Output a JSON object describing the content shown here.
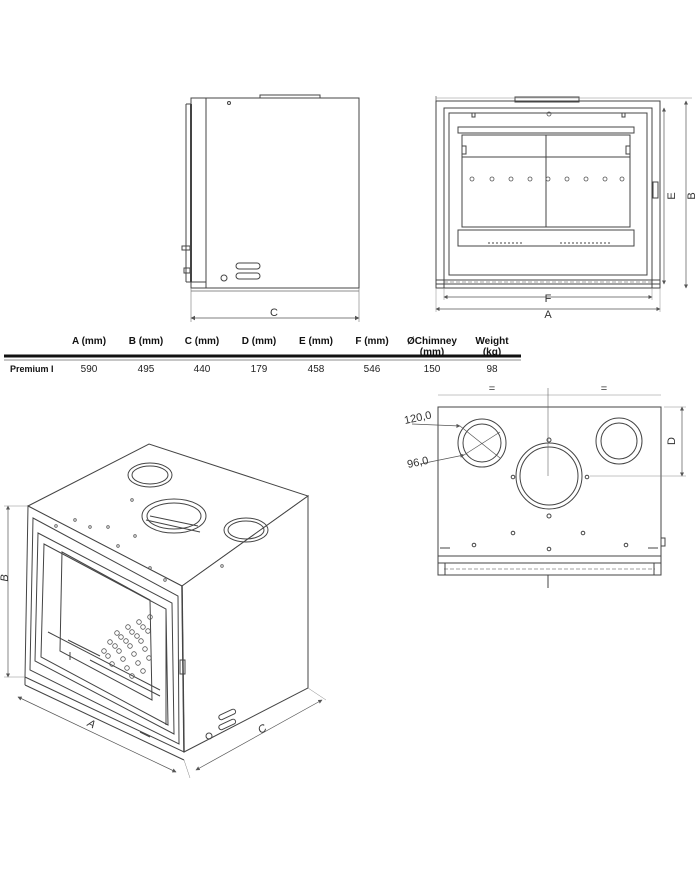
{
  "dimension_labels": {
    "side_width": "C",
    "front_height_outer": "B",
    "front_height_inner": "E",
    "front_inner_width": "F",
    "front_outer_width": "A",
    "top_depth": "D",
    "iso_height": "B",
    "iso_width": "A",
    "iso_depth": "C"
  },
  "top_view": {
    "outer_diameter": "120,0",
    "inner_diameter": "96,0",
    "equal_mark_left": "=",
    "equal_mark_right": "="
  },
  "spec_table": {
    "headers": [
      {
        "line1": "A (mm)",
        "line2": ""
      },
      {
        "line1": "B (mm)",
        "line2": ""
      },
      {
        "line1": "C (mm)",
        "line2": ""
      },
      {
        "line1": "D (mm)",
        "line2": ""
      },
      {
        "line1": "E (mm)",
        "line2": ""
      },
      {
        "line1": "F (mm)",
        "line2": ""
      },
      {
        "line1": "ØChimney",
        "line2": "(mm)"
      },
      {
        "line1": "Weight",
        "line2": "(kg)"
      }
    ],
    "rows": [
      {
        "label": "Premium I",
        "values": [
          "590",
          "495",
          "440",
          "179",
          "458",
          "546",
          "150",
          "98"
        ]
      }
    ]
  }
}
